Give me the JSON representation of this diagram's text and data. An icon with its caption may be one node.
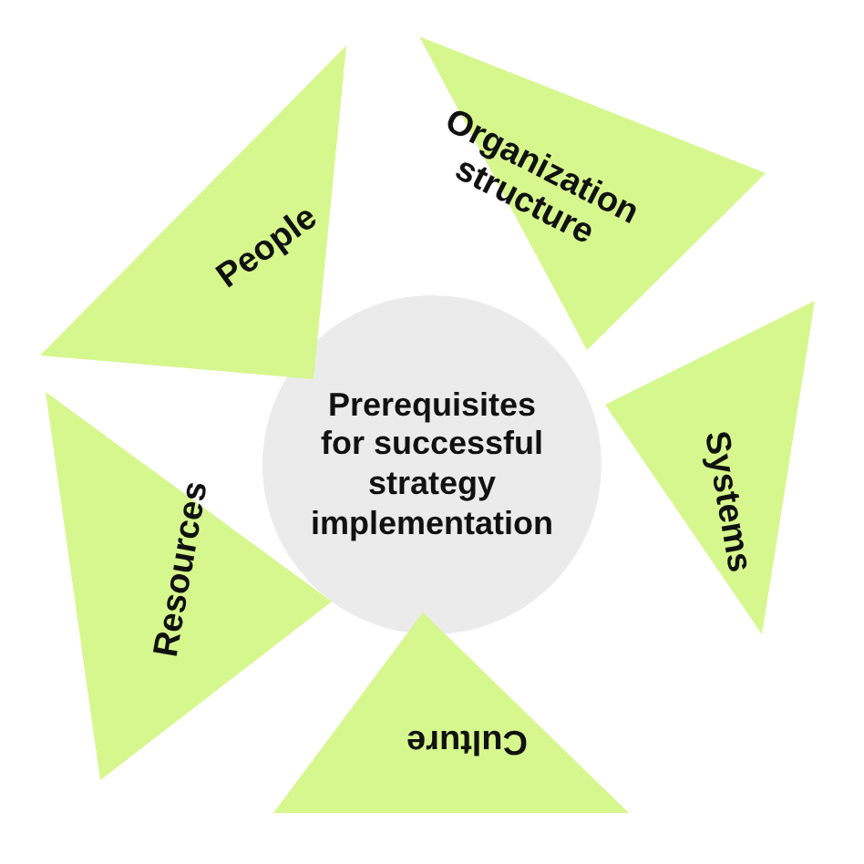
{
  "diagram": {
    "nodes": [
      {
        "text": [
          "Prerequisites for successful strategy implementation"
        ]
      },
      {
        "text": [
          "People"
        ]
      },
      {
        "text": [
          "Organization structure"
        ]
      },
      {
        "text": [
          "Systems"
        ]
      },
      {
        "text": [
          "Culture"
        ]
      },
      {
        "text": [
          "Resources"
        ]
      }
    ]
  }
}
